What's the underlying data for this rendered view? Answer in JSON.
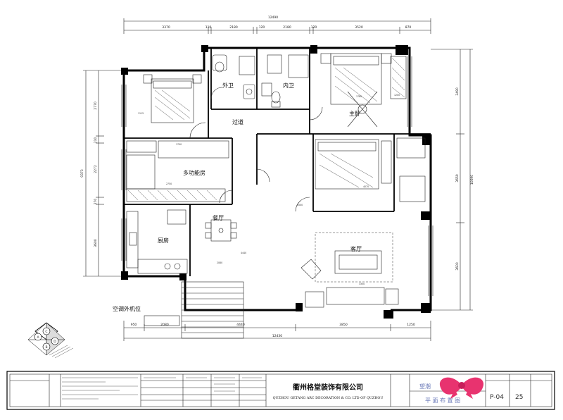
{
  "dimensions": {
    "top_total": "12490",
    "top_segments": [
      "3370",
      "110",
      "2180",
      "120",
      "2180",
      "120",
      "3520",
      "870"
    ],
    "bottom_total": "12430",
    "bottom_segments": [
      "950",
      "2080",
      "4440",
      "3850",
      "1250"
    ],
    "left_total": "9373",
    "left_segments": [
      "2770",
      "210",
      "2272",
      "270",
      "3600"
    ],
    "right_total": "10690",
    "right_segments": [
      "3490",
      "3659",
      "3600"
    ],
    "interior": [
      "1200",
      "1700",
      "1780",
      "1115",
      "2750",
      "1500",
      "1250",
      "4440",
      "2860",
      "3350",
      "1400",
      "4070",
      "2080"
    ]
  },
  "rooms": {
    "outer_bathroom": "外卫",
    "inner_bathroom": "内卫",
    "corridor": "过道",
    "master_bedroom": "主卧",
    "multi_function_room": "多功能房",
    "dining_room": "餐厅",
    "kitchen": "厨房",
    "living_room": "客厅",
    "ac_outdoor_unit": "空调外机位"
  },
  "compass_letters": [
    "A",
    "B",
    "C",
    "D"
  ],
  "title_block": {
    "company_cn": "衢州格堂装饰有限公司",
    "company_en": "QUZHOU GETANG ARC DECORATION  &   CO. LTD OF QUZHOU",
    "project_name": "望潮",
    "drawing_title": "平 面 布 置 图",
    "drawing_no": "P-04",
    "sheet_no": "25"
  },
  "logo": "pink-bow-watermark",
  "colors": {
    "line": "#000000",
    "background": "#ffffff",
    "title_text": "#6a79b8",
    "logo_pink": "#e8336f"
  }
}
